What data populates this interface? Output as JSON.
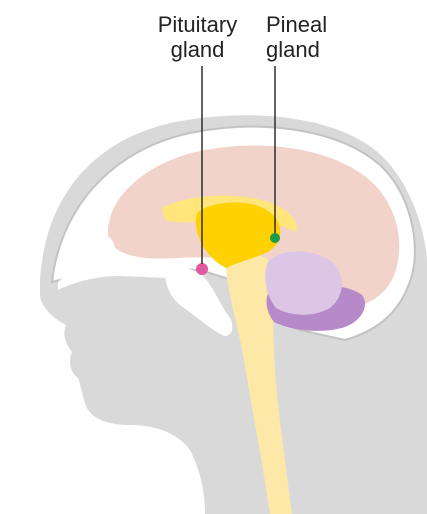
{
  "labels": {
    "pituitary": {
      "line1": "Pituitary",
      "line2": "gland"
    },
    "pineal": {
      "line1": "Pineal",
      "line2": "gland"
    }
  },
  "colors": {
    "head": "#d9d9d9",
    "skull": "#ffffff",
    "skull_outline": "#c3c3c3",
    "cerebrum": "#f2d3c9",
    "thalamus": "#ffd100",
    "thalamus_light": "#ffe57a",
    "brainstem": "#fde8a8",
    "cerebellum": "#dcc6e6",
    "cerebellum_dark": "#b68ac9",
    "pituitary_gland": "#e05aa0",
    "pineal_gland": "#1a9a4a",
    "leader_line": "#222222"
  }
}
